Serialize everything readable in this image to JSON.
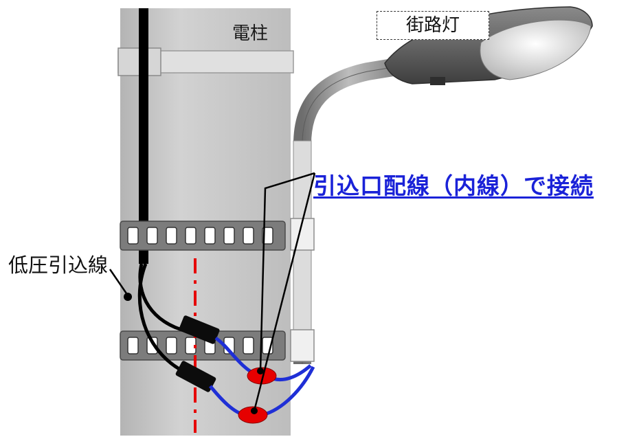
{
  "labels": {
    "pole": "電柱",
    "street_light": "街路灯",
    "indoor_wiring": "引込口配線（内線）で接続",
    "service_drop": "低圧引込線"
  },
  "colors": {
    "pole": "#c8c8c8",
    "band": "#7c7c7c",
    "service_cable": "#000000",
    "wiring": "#1f2fd6",
    "splice": "#e60000",
    "center_line": "#e60000",
    "label_blue": "#1a22d8"
  }
}
